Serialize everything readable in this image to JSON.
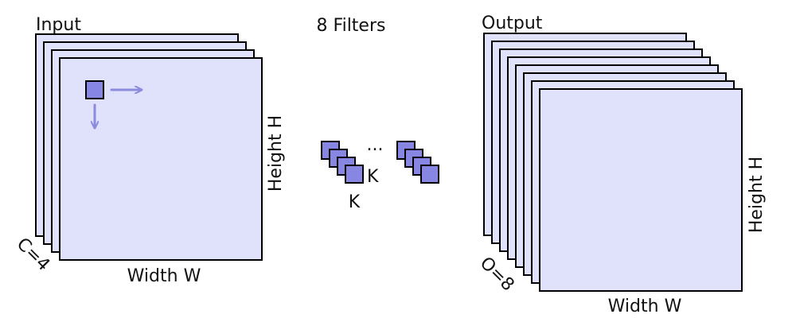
{
  "input": {
    "title": "Input",
    "height_label": "Height H",
    "width_label": "Width W",
    "channels_label": "C=4",
    "layers": 4
  },
  "filters": {
    "title": "8 Filters",
    "ellipsis": "...",
    "kernel_label_right": "K",
    "kernel_label_bottom": "K",
    "stack_size": 4
  },
  "output": {
    "title": "Output",
    "height_label": "Height H",
    "width_label": "Width W",
    "channels_label": "O=8",
    "layers": 8
  },
  "colors": {
    "sheet_fill": "#e0e1fa",
    "kernel_fill": "#8787e3",
    "arrow": "#8b8bde",
    "stroke": "#000000"
  }
}
